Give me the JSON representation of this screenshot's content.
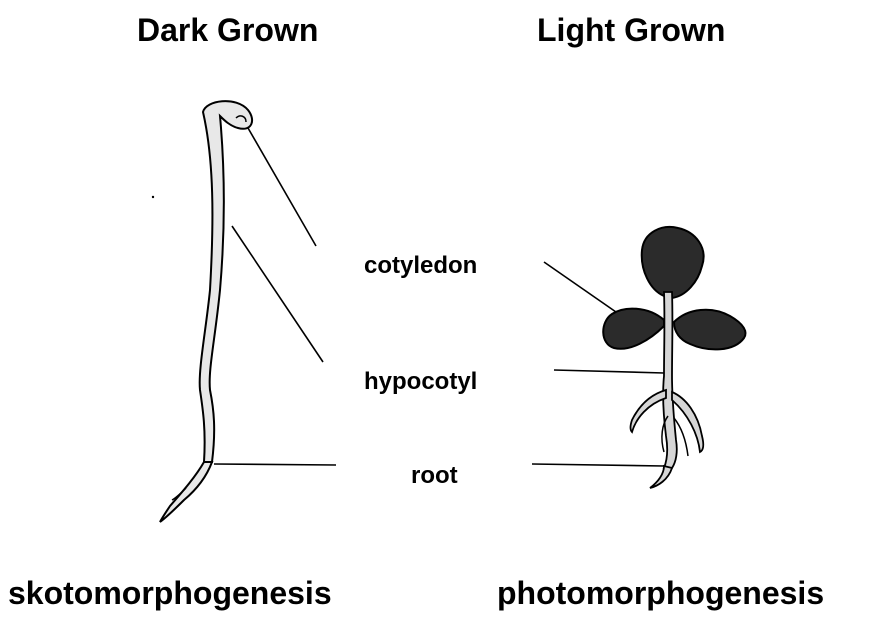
{
  "titles": {
    "dark": "Dark Grown",
    "light": "Light Grown"
  },
  "labels": {
    "cotyledon": "cotyledon",
    "hypocotyl": "hypocotyl",
    "root": "root"
  },
  "captions": {
    "dark": "skotomorphogenesis",
    "light": "photomorphogenesis"
  },
  "colors": {
    "seedling_fill": "#e8e8e8",
    "leaf_fill": "#2b2b2b",
    "line": "#000000"
  }
}
